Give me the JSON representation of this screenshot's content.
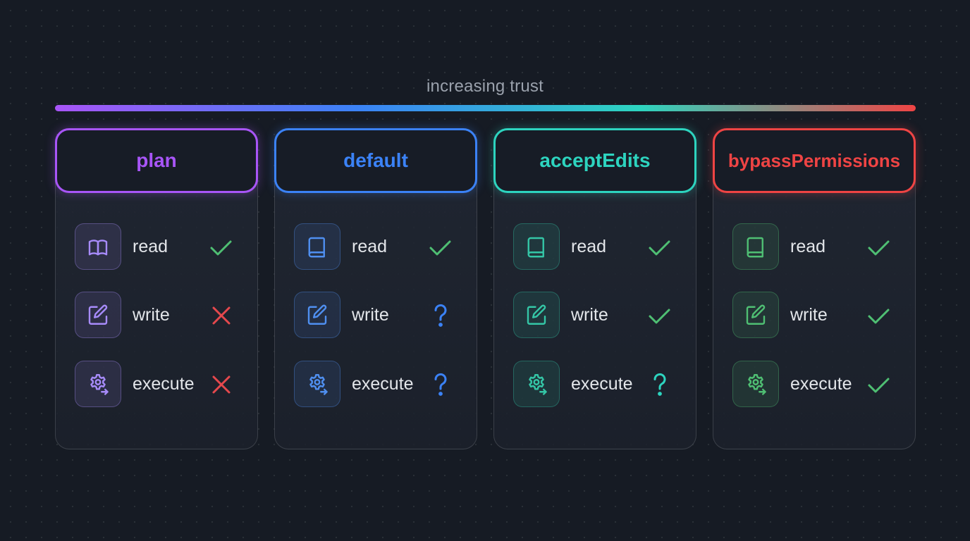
{
  "trust_label": "increasing trust",
  "permissions": [
    "read",
    "write",
    "execute"
  ],
  "modes": [
    {
      "name": "plan",
      "accent": "#a855f7",
      "statuses": [
        "allowed",
        "denied",
        "denied"
      ]
    },
    {
      "name": "default",
      "accent": "#3b82f6",
      "statuses": [
        "allowed",
        "ask",
        "ask"
      ]
    },
    {
      "name": "acceptEdits",
      "accent": "#2dd4bf",
      "statuses": [
        "allowed",
        "allowed",
        "ask"
      ]
    },
    {
      "name": "bypassPermissions",
      "accent": "#ef4444",
      "statuses": [
        "allowed",
        "allowed",
        "allowed"
      ]
    }
  ],
  "icons": {
    "plan": [
      "book-open-icon",
      "pencil-square-icon",
      "gear-arrow-icon"
    ],
    "other": [
      "book-icon",
      "pencil-square-icon",
      "gear-arrow-icon"
    ]
  },
  "status_colors": {
    "allowed": "#4fbf73",
    "denied": "#e5484d",
    "ask_default": "#3b82f6",
    "ask_acceptEdits": "#2dd4bf"
  }
}
